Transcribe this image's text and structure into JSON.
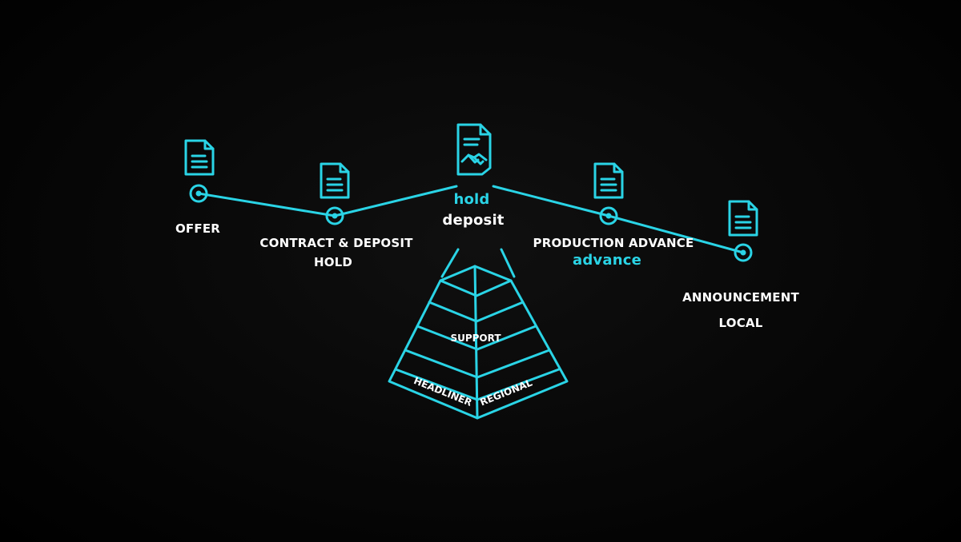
{
  "colors": {
    "accent": "#2ad4e6",
    "background": "#000000",
    "text": "#ffffff"
  },
  "timeline": {
    "offer": "OFFER",
    "contract_line1": "CONTRACT & DEPOSIT",
    "contract_line2": "HOLD",
    "hold": "hold",
    "deposit": "deposit",
    "production_line1": "PRODUCTION ADVANCE",
    "production_line2": "advance",
    "announcement": "ANNOUNCEMENT",
    "local": "LOCAL"
  },
  "pyramid": {
    "support": "SUPPORT",
    "headliner": "HEADLINER",
    "regional": "REGIONAL"
  },
  "icons": {
    "document": "document-icon",
    "contract": "handshake-document-icon"
  }
}
